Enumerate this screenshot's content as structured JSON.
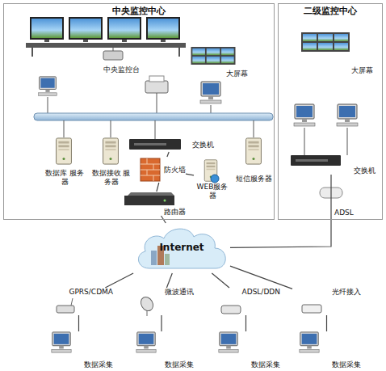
{
  "diagram": {
    "nodes": [
      {
        "text": [
          "中央监控中心"
        ]
      },
      {
        "text": [
          "中央监控台"
        ],
        "in": 0
      },
      {
        "text": [
          "大屏幕"
        ],
        "in": 0
      },
      {
        "text": [
          "数据库 服务器"
        ],
        "in": 0
      },
      {
        "text": [
          "数据接收 服务器"
        ],
        "in": 0
      },
      {
        "text": [
          "交换机"
        ],
        "in": 0
      },
      {
        "text": [
          "防火墙"
        ],
        "in": 0
      },
      {
        "text": [
          "WEB服务器"
        ],
        "in": 0
      },
      {
        "text": [
          "短信服务器"
        ],
        "in": 0
      },
      {
        "text": [
          "路由器"
        ],
        "in": 0
      },
      {
        "text": [
          "二级监控中心"
        ]
      },
      {
        "text": [
          "大屏幕"
        ],
        "in": 10
      },
      {
        "text": [
          "交换机"
        ],
        "in": 10
      },
      {
        "text": [
          "Internet"
        ]
      },
      {
        "text": [
          "GPRS/CDMA"
        ]
      },
      {
        "text": [
          "微波通讯"
        ]
      },
      {
        "text": [
          "ADSL/DDN"
        ]
      },
      {
        "text": [
          "光纤接入"
        ]
      },
      {
        "text": [
          "数据采集"
        ]
      },
      {
        "text": [
          "数据采集"
        ]
      },
      {
        "text": [
          "数据采集"
        ]
      },
      {
        "text": [
          "数据采集"
        ]
      }
    ],
    "edges": [
      {
        "from": 5,
        "to": 6,
        "arrow": "none"
      },
      {
        "from": 6,
        "to": 9,
        "arrow": "none"
      },
      {
        "from": 7,
        "to": 6,
        "arrow": "none"
      },
      {
        "from": 9,
        "to": 13,
        "arrow": "none"
      },
      {
        "from": 13,
        "to": 12,
        "label": "ADSL",
        "arrow": "none"
      },
      {
        "from": 13,
        "to": 14,
        "arrow": "none"
      },
      {
        "from": 13,
        "to": 15,
        "arrow": "none"
      },
      {
        "from": 13,
        "to": 16,
        "arrow": "none"
      },
      {
        "from": 13,
        "to": 17,
        "arrow": "none"
      },
      {
        "from": 14,
        "to": 18,
        "arrow": "none"
      },
      {
        "from": 15,
        "to": 19,
        "arrow": "none"
      },
      {
        "from": 16,
        "to": 20,
        "arrow": "none"
      },
      {
        "from": 17,
        "to": 21,
        "arrow": "none"
      }
    ]
  }
}
